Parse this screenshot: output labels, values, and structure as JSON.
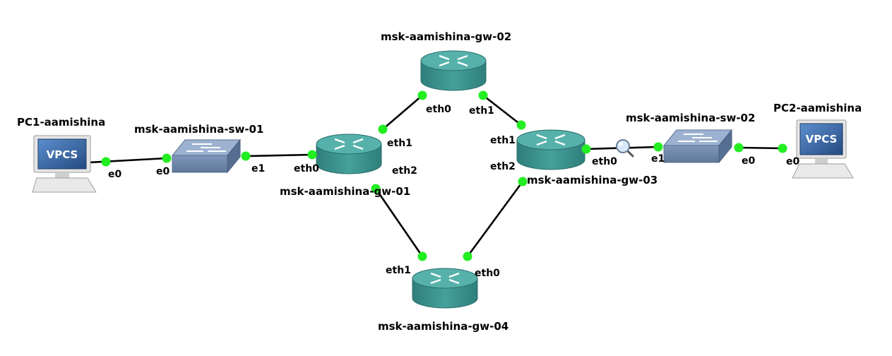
{
  "colors": {
    "port": "#22ee22",
    "link": "#000000",
    "router_top": "#4aa6a0",
    "router_body": "#3a8c88",
    "switch_top": "#8ea6c6",
    "switch_body": "#6f87ab",
    "vpcs_screen": "#2f5f9c",
    "vpcs_frame": "#e4e4e4",
    "capture_glass": "#cfe3f5"
  },
  "nodes": {
    "pc1": {
      "label": "PC1-aamishina",
      "type": "vpcs",
      "badge": "VPCS"
    },
    "pc2": {
      "label": "PC2-aamishina",
      "type": "vpcs",
      "badge": "VPCS"
    },
    "sw01": {
      "label": "msk-aamishina-sw-01",
      "type": "ethernet-switch"
    },
    "sw02": {
      "label": "msk-aamishina-sw-02",
      "type": "ethernet-switch"
    },
    "gw01": {
      "label": "msk-aamishina-gw-01",
      "type": "router"
    },
    "gw02": {
      "label": "msk-aamishina-gw-02",
      "type": "router"
    },
    "gw03": {
      "label": "msk-aamishina-gw-03",
      "type": "router"
    },
    "gw04": {
      "label": "msk-aamishina-gw-04",
      "type": "router"
    }
  },
  "ports": {
    "pc1_e0": "e0",
    "sw01_e0": "e0",
    "sw01_e1": "e1",
    "gw01_eth0": "eth0",
    "gw01_eth1": "eth1",
    "gw01_eth2": "eth2",
    "gw02_eth0": "eth0",
    "gw02_eth1": "eth1",
    "gw03_eth1": "eth1",
    "gw03_eth2": "eth2",
    "gw03_eth0": "eth0",
    "sw02_e1": "e1",
    "sw02_e0": "e0",
    "pc2_e0": "e0",
    "gw04_eth1": "eth1",
    "gw04_eth0": "eth0"
  },
  "links": [
    {
      "from": "pc1:e0",
      "to": "sw01:e0"
    },
    {
      "from": "sw01:e1",
      "to": "gw01:eth0"
    },
    {
      "from": "gw01:eth1",
      "to": "gw02:eth0"
    },
    {
      "from": "gw02:eth1",
      "to": "gw03:eth1"
    },
    {
      "from": "gw03:eth0",
      "to": "sw02:e1",
      "capture": true
    },
    {
      "from": "sw02:e0",
      "to": "pc2:e0"
    },
    {
      "from": "gw01:eth2",
      "to": "gw04:eth1"
    },
    {
      "from": "gw03:eth2",
      "to": "gw04:eth0"
    }
  ],
  "capture_icon": "magnifier-icon"
}
